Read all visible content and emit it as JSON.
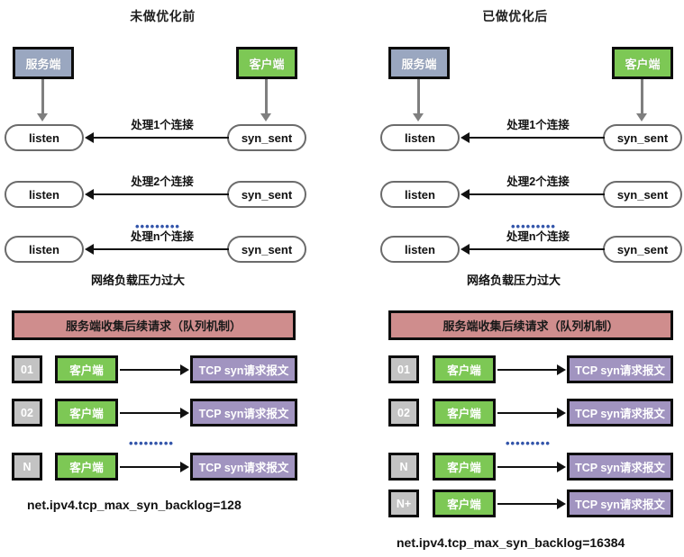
{
  "panels": [
    {
      "title": "未做优化前",
      "handshake": {
        "server_label": "服务端",
        "client_label": "客户端",
        "listen_label": "listen",
        "syn_sent_label": "syn_sent",
        "rows": [
          {
            "edge_label": "处理1个连接"
          },
          {
            "edge_label": "处理2个连接"
          },
          {
            "edge_label": "处理n个连接"
          }
        ],
        "ellipsis": "•••••••••",
        "caption": "网络负载压力过大"
      },
      "queue": {
        "banner": "服务端收集后续请求（队列机制）",
        "rows": [
          {
            "index": "01",
            "client": "客户端",
            "packet": "TCP syn请求报文"
          },
          {
            "index": "02",
            "client": "客户端",
            "packet": "TCP syn请求报文"
          },
          {
            "index": "N",
            "client": "客户端",
            "packet": "TCP syn请求报文"
          }
        ],
        "ellipsis": "•••••••••",
        "sysctl": "net.ipv4.tcp_max_syn_backlog=128"
      }
    },
    {
      "title": "已做优化后",
      "handshake": {
        "server_label": "服务端",
        "client_label": "客户端",
        "listen_label": "listen",
        "syn_sent_label": "syn_sent",
        "rows": [
          {
            "edge_label": "处理1个连接"
          },
          {
            "edge_label": "处理2个连接"
          },
          {
            "edge_label": "处理n个连接"
          }
        ],
        "ellipsis": "•••••••••",
        "caption": "网络负载压力过大"
      },
      "queue": {
        "banner": "服务端收集后续请求（队列机制）",
        "rows": [
          {
            "index": "01",
            "client": "客户端",
            "packet": "TCP syn请求报文"
          },
          {
            "index": "02",
            "client": "客户端",
            "packet": "TCP syn请求报文"
          },
          {
            "index": "N",
            "client": "客户端",
            "packet": "TCP syn请求报文"
          },
          {
            "index": "N+",
            "client": "客户端",
            "packet": "TCP syn请求报文"
          }
        ],
        "ellipsis": "•••••••••",
        "sysctl": "net.ipv4.tcp_max_syn_backlog=16384"
      }
    }
  ],
  "colors": {
    "server": "#9aa7c0",
    "client": "#7dc855",
    "packet": "#a194c0",
    "banner": "#cf8d8d",
    "index": "#c3c3c3",
    "arrow": "#111111",
    "pill_border": "#6b6b6b"
  }
}
